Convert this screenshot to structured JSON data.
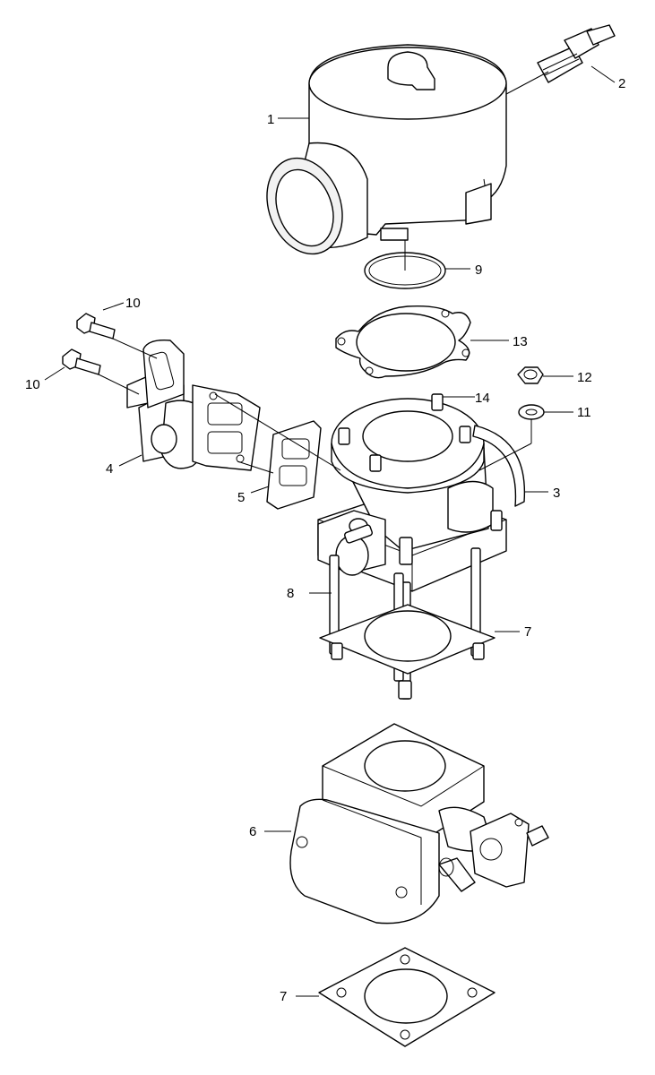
{
  "callouts": [
    {
      "id": "c1",
      "label": "1"
    },
    {
      "id": "c2",
      "label": "2"
    },
    {
      "id": "c3",
      "label": "3"
    },
    {
      "id": "c4",
      "label": "4"
    },
    {
      "id": "c5",
      "label": "5"
    },
    {
      "id": "c6",
      "label": "6"
    },
    {
      "id": "c7a",
      "label": "7"
    },
    {
      "id": "c7b",
      "label": "7"
    },
    {
      "id": "c8",
      "label": "8"
    },
    {
      "id": "c9",
      "label": "9"
    },
    {
      "id": "c10a",
      "label": "10"
    },
    {
      "id": "c10b",
      "label": "10"
    },
    {
      "id": "c11",
      "label": "11"
    },
    {
      "id": "c12",
      "label": "12"
    },
    {
      "id": "c13",
      "label": "13"
    },
    {
      "id": "c14",
      "label": "14"
    }
  ]
}
